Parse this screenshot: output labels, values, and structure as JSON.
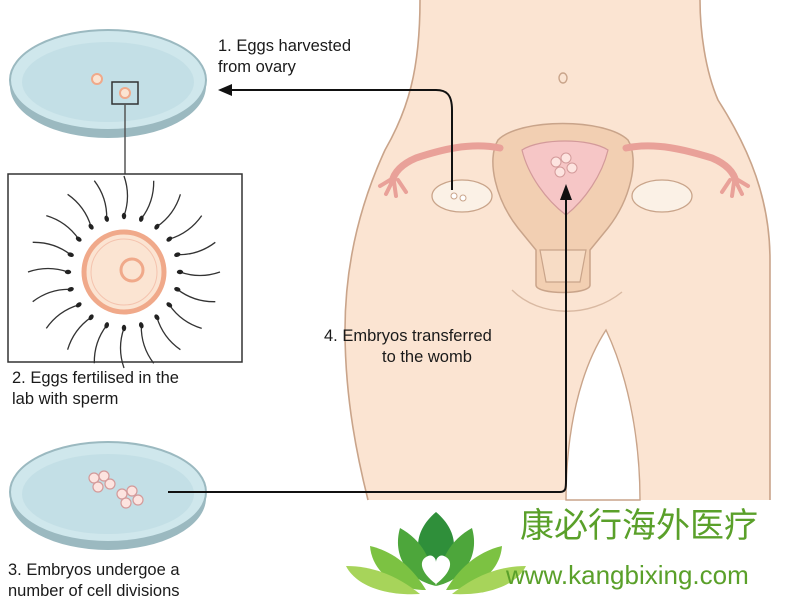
{
  "steps": {
    "step1": {
      "line1": "1. Eggs harvested",
      "line2": "from ovary"
    },
    "step2": {
      "line1": "2. Eggs fertilised in the",
      "line2": "lab with sperm"
    },
    "step3": {
      "line1": "3. Embryos undergoe a",
      "line2": "number of cell divisions"
    },
    "step4": {
      "line1": "4. Embryos transferred",
      "line2": "to the womb"
    }
  },
  "watermark": {
    "name": "康必行海外医疗",
    "url": "www.kangbixing.com",
    "color": "#5aa02a"
  },
  "icons": {
    "dish": "petri-dish-icon",
    "egg": "egg-cell-icon",
    "sperm": "sperm-icon",
    "embryo": "embryo-icon",
    "logo": "lotus-heart-logo"
  },
  "colors": {
    "skin": "#fbe4d2",
    "outline": "#c9a48a",
    "dish_fill": "#cfe7ec",
    "dish_rim": "#9bb9c0",
    "uterus": "#f2cfb2",
    "tube": "#e9a199",
    "egg": "#f0a98a"
  }
}
